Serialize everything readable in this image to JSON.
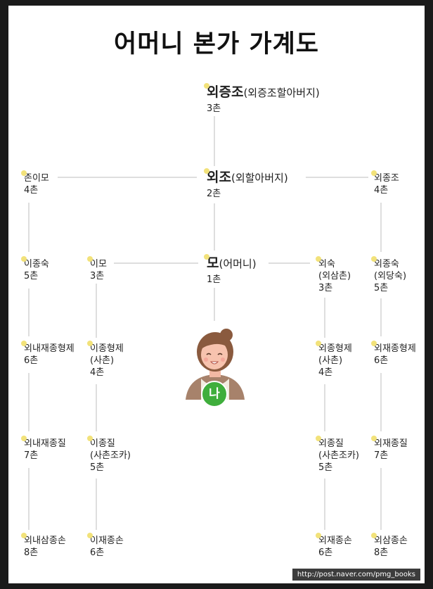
{
  "title": "어머니 본가 가계도",
  "credit": "http://post.naver.com/pmg_books",
  "me_badge": "나",
  "nodes": {
    "great_grandfather": {
      "label": "외증조",
      "sub": "(외증조할아버지)",
      "degree": "3촌"
    },
    "grandfather": {
      "label": "외조",
      "sub": "(외할아버지)",
      "degree": "2촌"
    },
    "mother": {
      "label": "모",
      "sub": "(어머니)",
      "degree": "1촌"
    },
    "jon_imo": {
      "l1": "존이모",
      "degree": "4촌"
    },
    "oejongjo": {
      "l1": "외종조",
      "degree": "4촌"
    },
    "ijongsuk": {
      "l1": "이종숙",
      "degree": "5촌"
    },
    "imo": {
      "l1": "이모",
      "degree": "3촌"
    },
    "oesuk": {
      "l1": "외숙",
      "l2": "(외삼촌)",
      "degree": "3촌"
    },
    "oejongsuk": {
      "l1": "외종숙",
      "l2": "(외당숙)",
      "degree": "5촌"
    },
    "oenae_jaejong_hyeongje": {
      "l1": "외내재종형제",
      "degree": "6촌"
    },
    "ijong_hyeongje": {
      "l1": "이종형제",
      "l2": "(사촌)",
      "degree": "4촌"
    },
    "oejong_hyeongje": {
      "l1": "외종형제",
      "l2": "(사촌)",
      "degree": "4촌"
    },
    "oejaejong_hyeongje": {
      "l1": "외재종형제",
      "degree": "6촌"
    },
    "oenae_jaejongjil": {
      "l1": "외내재종질",
      "degree": "7촌"
    },
    "ijongjil": {
      "l1": "이종질",
      "l2": "(사촌조카)",
      "degree": "5촌"
    },
    "oejongjil": {
      "l1": "외종질",
      "l2": "(사촌조카)",
      "degree": "5촌"
    },
    "oejaejongjil": {
      "l1": "외재종질",
      "degree": "7촌"
    },
    "oenae_samjongson": {
      "l1": "외내삼종손",
      "degree": "8촌"
    },
    "ijaejongson": {
      "l1": "이재종손",
      "degree": "6촌"
    },
    "oejaejongson": {
      "l1": "외재종손",
      "degree": "6촌"
    },
    "oesamjongson": {
      "l1": "외삼종손",
      "degree": "8촌"
    }
  }
}
